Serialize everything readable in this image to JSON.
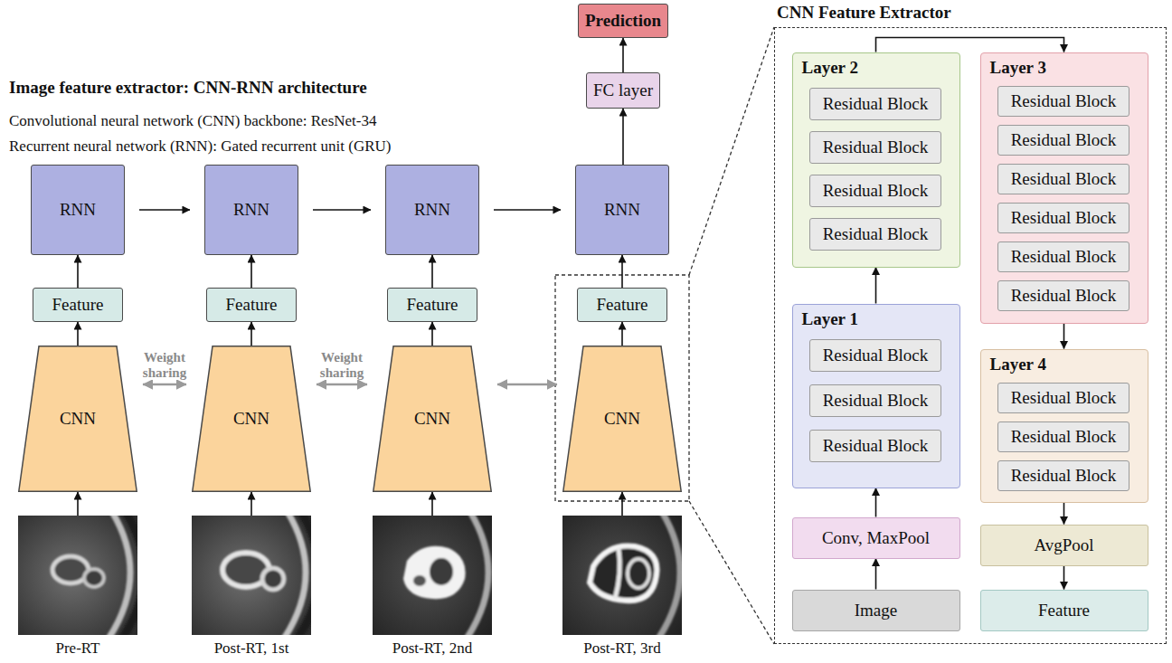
{
  "diagram": {
    "title": "Image feature extractor: CNN-RNN architecture",
    "nodes": [
      {
        "text": [
          "Prediction"
        ]
      },
      {
        "text": [
          "FC layer"
        ]
      },
      {
        "text": [
          "RNN"
        ]
      },
      {
        "text": [
          "RNN"
        ]
      },
      {
        "text": [
          "RNN"
        ]
      },
      {
        "text": [
          "RNN"
        ]
      },
      {
        "text": [
          "Feature"
        ]
      },
      {
        "text": [
          "Feature"
        ]
      },
      {
        "text": [
          "Feature"
        ]
      },
      {
        "text": [
          "Feature"
        ]
      },
      {
        "text": [
          "CNN"
        ]
      },
      {
        "text": [
          "CNN"
        ]
      },
      {
        "text": [
          "CNN"
        ]
      },
      {
        "text": [
          "CNN"
        ]
      },
      {
        "text": [
          "Pre-RT"
        ]
      },
      {
        "text": [
          "Post-RT, 1st"
        ]
      },
      {
        "text": [
          "Post-RT, 2nd"
        ]
      },
      {
        "text": [
          "Post-RT, 3rd"
        ]
      },
      {
        "text": [
          "CNN Feature Extractor"
        ]
      },
      {
        "text": [
          "Layer 2"
        ],
        "in": 18
      },
      {
        "text": [
          "Residual Block"
        ],
        "in": 19
      },
      {
        "text": [
          "Residual Block"
        ],
        "in": 19
      },
      {
        "text": [
          "Residual Block"
        ],
        "in": 19
      },
      {
        "text": [
          "Residual Block"
        ],
        "in": 19
      },
      {
        "text": [
          "Layer 3"
        ],
        "in": 18
      },
      {
        "text": [
          "Residual Block"
        ],
        "in": 24
      },
      {
        "text": [
          "Residual Block"
        ],
        "in": 24
      },
      {
        "text": [
          "Residual Block"
        ],
        "in": 24
      },
      {
        "text": [
          "Residual Block"
        ],
        "in": 24
      },
      {
        "text": [
          "Residual Block"
        ],
        "in": 24
      },
      {
        "text": [
          "Residual Block"
        ],
        "in": 24
      },
      {
        "text": [
          "Layer 1"
        ],
        "in": 18
      },
      {
        "text": [
          "Residual Block"
        ],
        "in": 31
      },
      {
        "text": [
          "Residual Block"
        ],
        "in": 31
      },
      {
        "text": [
          "Residual Block"
        ],
        "in": 31
      },
      {
        "text": [
          "Layer 4"
        ],
        "in": 18
      },
      {
        "text": [
          "Residual Block"
        ],
        "in": 35
      },
      {
        "text": [
          "Residual Block"
        ],
        "in": 35
      },
      {
        "text": [
          "Residual Block"
        ],
        "in": 35
      },
      {
        "text": [
          "Conv, MaxPool"
        ],
        "in": 18
      },
      {
        "text": [
          "AvgPool"
        ],
        "in": 18
      },
      {
        "text": [
          "Image"
        ],
        "in": 18
      },
      {
        "text": [
          "Feature"
        ],
        "in": 18
      }
    ],
    "edges": [
      {
        "from": 14,
        "to": 10,
        "arrow": "to"
      },
      {
        "from": 15,
        "to": 11,
        "arrow": "to"
      },
      {
        "from": 16,
        "to": 12,
        "arrow": "to"
      },
      {
        "from": 17,
        "to": 13,
        "arrow": "to"
      },
      {
        "from": 10,
        "to": 6,
        "arrow": "to"
      },
      {
        "from": 11,
        "to": 7,
        "arrow": "to"
      },
      {
        "from": 12,
        "to": 8,
        "arrow": "to"
      },
      {
        "from": 13,
        "to": 9,
        "arrow": "to"
      },
      {
        "from": 6,
        "to": 2,
        "arrow": "to"
      },
      {
        "from": 7,
        "to": 3,
        "arrow": "to"
      },
      {
        "from": 8,
        "to": 4,
        "arrow": "to"
      },
      {
        "from": 9,
        "to": 5,
        "arrow": "to"
      },
      {
        "from": 2,
        "to": 3,
        "arrow": "to"
      },
      {
        "from": 3,
        "to": 4,
        "arrow": "to"
      },
      {
        "from": 4,
        "to": 5,
        "arrow": "to"
      },
      {
        "from": 5,
        "to": 1,
        "arrow": "to"
      },
      {
        "from": 1,
        "to": 0,
        "arrow": "to"
      },
      {
        "from": 10,
        "to": 11,
        "label": "Weight sharing",
        "arrow": "both"
      },
      {
        "from": 11,
        "to": 12,
        "label": "Weight sharing",
        "arrow": "both"
      },
      {
        "from": 12,
        "to": 13,
        "arrow": "both"
      },
      {
        "from": 41,
        "to": 39,
        "arrow": "to"
      },
      {
        "from": 39,
        "to": 31,
        "arrow": "to"
      },
      {
        "from": 31,
        "to": 19,
        "arrow": "to"
      },
      {
        "from": 19,
        "to": 24,
        "arrow": "to"
      },
      {
        "from": 24,
        "to": 35,
        "arrow": "to"
      },
      {
        "from": 35,
        "to": 40,
        "arrow": "to"
      },
      {
        "from": 40,
        "to": 42,
        "arrow": "to"
      }
    ],
    "labels": [
      "Convolutional neural network (CNN) backbone: ResNet-34",
      "Recurrent neural network (RNN): Gated recurrent unit (GRU)"
    ]
  }
}
